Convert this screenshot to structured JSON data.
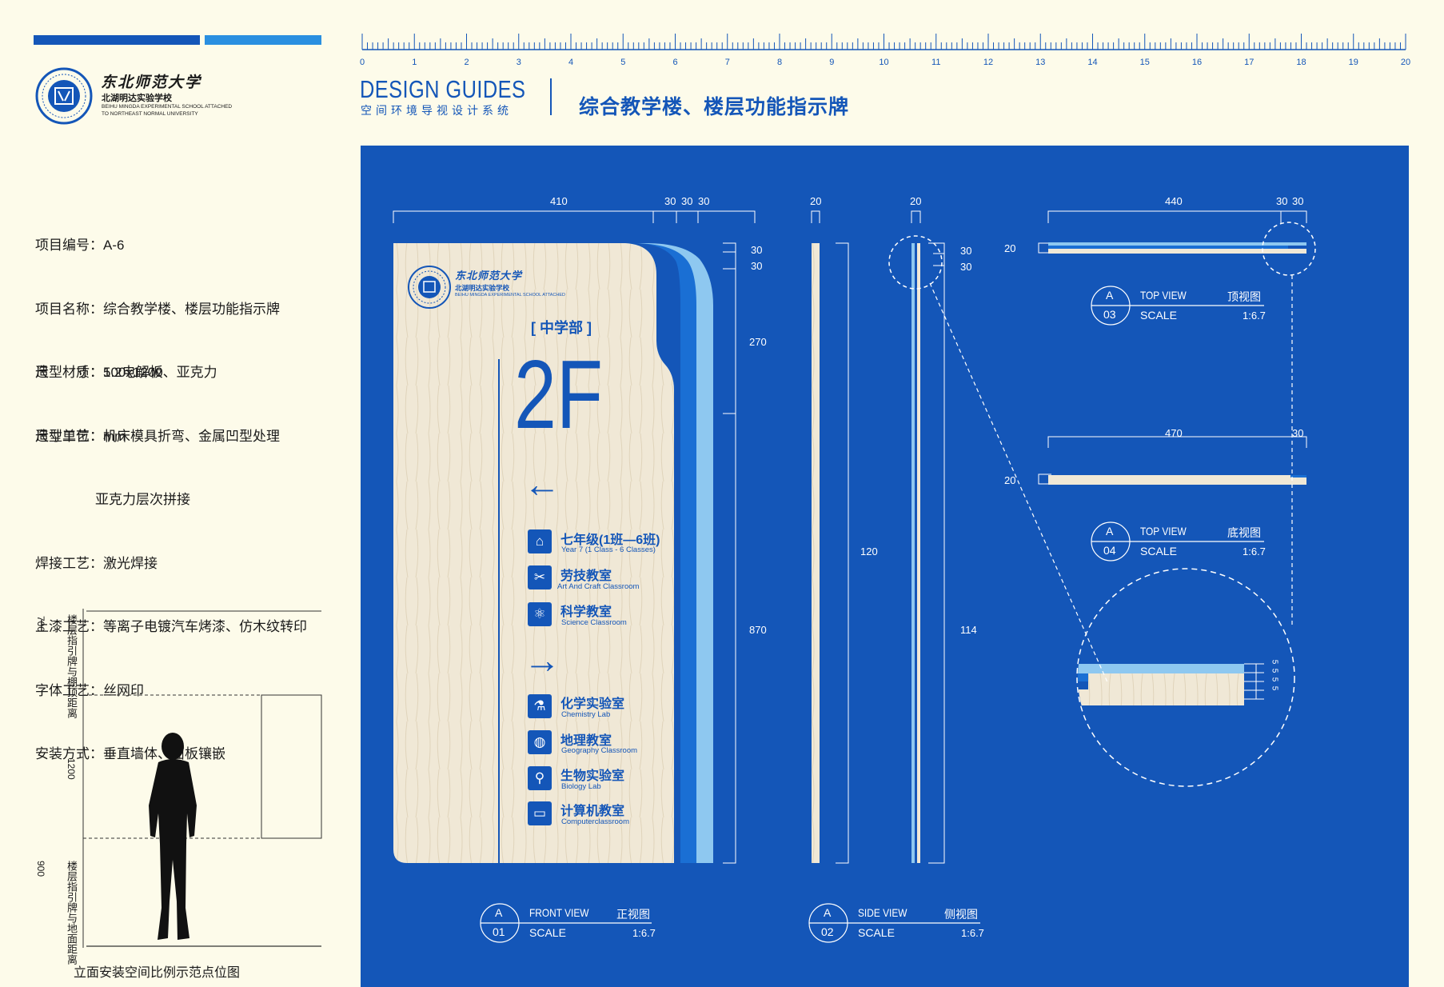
{
  "header": {
    "school_name_cn": "东北师范大学",
    "school_sub_cn": "北湖明达实验学校",
    "school_sub_en_1": "BEIHU MINGDA EXPERIMENTAL SCHOOL ATTACHED",
    "school_sub_en_2": "TO NORTHEAST NORMAL UNIVERSITY",
    "design_guides": "DESIGN GUIDES",
    "design_guides_cn": "空间环境导视设计系统",
    "page_title": "综合教学楼、楼层功能指示牌",
    "colors": {
      "primary": "#1456b8",
      "light": "#8ec8f0",
      "background": "#fdfbea"
    }
  },
  "ruler": {
    "labels": [
      "0",
      "1",
      "2",
      "3",
      "4",
      "5",
      "6",
      "7",
      "8",
      "9",
      "10",
      "11",
      "12",
      "13",
      "14",
      "15",
      "16",
      "17",
      "18",
      "19",
      "20"
    ]
  },
  "specs": [
    {
      "label": "项目编号：",
      "value": "A-6"
    },
    {
      "label": "项目名称：",
      "value": "综合教学楼、楼层功能指示牌"
    },
    {
      "label": "尺　　寸：",
      "value": "500x1200"
    },
    {
      "label": "尺寸单位：",
      "value": "mm"
    }
  ],
  "process": [
    {
      "label": "造型材质：",
      "value": "1.2电解板、亚克力"
    },
    {
      "label": "造型工艺：",
      "value": "机床模具折弯、金属凹型处理"
    },
    {
      "label": "",
      "value": "亚克力层次拼接"
    },
    {
      "label": "焊接工艺：",
      "value": "激光焊接"
    },
    {
      "label": "上漆工艺：",
      "value": "等离子电镀汽车烤漆、仿木纹转印"
    },
    {
      "label": "字体工艺：",
      "value": "丝网印"
    },
    {
      "label": "安装方式：",
      "value": "垂直墙体、面板镶嵌"
    }
  ],
  "elevation": {
    "top_label": "楼层指引牌与棚顶距离",
    "top_value": "700",
    "mid_value": "1200",
    "bottom_label": "楼层指引牌与地面距离",
    "bottom_value": "900",
    "caption": "立面安装空间比例示范点位图"
  },
  "sign": {
    "section": "[ 中学部 ]",
    "floor": "2F",
    "left_arrow": "←",
    "right_arrow": "→",
    "items": [
      {
        "cn": "七年级(1班—6班)",
        "en": "Year 7 (1 Class - 6 Classes)",
        "icon": "classroom-desk-icon"
      },
      {
        "cn": "劳技教室",
        "en": "Art And Craft Classroom",
        "icon": "tools-icon"
      },
      {
        "cn": "科学教室",
        "en": "Science Classroom",
        "icon": "atom-icon"
      },
      {
        "cn": "化学实验室",
        "en": "Chemistry Lab",
        "icon": "flask-icon"
      },
      {
        "cn": "地理教室",
        "en": "Geography Classroom",
        "icon": "globe-icon"
      },
      {
        "cn": "生物实验室",
        "en": "Biology Lab",
        "icon": "microscope-icon"
      },
      {
        "cn": "计算机教室",
        "en": "Computerclassroom",
        "icon": "monitor-icon"
      }
    ]
  },
  "dims": {
    "front_w_main": "410",
    "front_w_a": "30",
    "front_w_b": "30",
    "front_w_c": "30",
    "front_h_a": "30",
    "front_h_b": "30",
    "front_h_c": "270",
    "front_h_d": "870",
    "side1_w": "20",
    "side1_h": "120",
    "side2_w": "20",
    "side2_h_a": "30",
    "side2_h_b": "30",
    "side2_h_c": "114",
    "top_w": "440",
    "top_w_a": "30",
    "top_w_b": "30",
    "top_d": "20",
    "bottom_w": "470",
    "bottom_w_a": "30",
    "bottom_d": "20",
    "detail": [
      "5",
      "5",
      "5",
      "5"
    ]
  },
  "views": [
    {
      "letter": "A",
      "num": "01",
      "en": "FRONT VIEW",
      "cn": "正视图",
      "scale_label": "SCALE",
      "scale": "1:6.7"
    },
    {
      "letter": "A",
      "num": "02",
      "en": "SIDE VIEW",
      "cn": "侧视图",
      "scale_label": "SCALE",
      "scale": "1:6.7"
    },
    {
      "letter": "A",
      "num": "03",
      "en": "TOP VIEW",
      "cn": "顶视图",
      "scale_label": "SCALE",
      "scale": "1:6.7"
    },
    {
      "letter": "A",
      "num": "04",
      "en": "TOP VIEW",
      "cn": "底视图",
      "scale_label": "SCALE",
      "scale": "1:6.7"
    }
  ]
}
